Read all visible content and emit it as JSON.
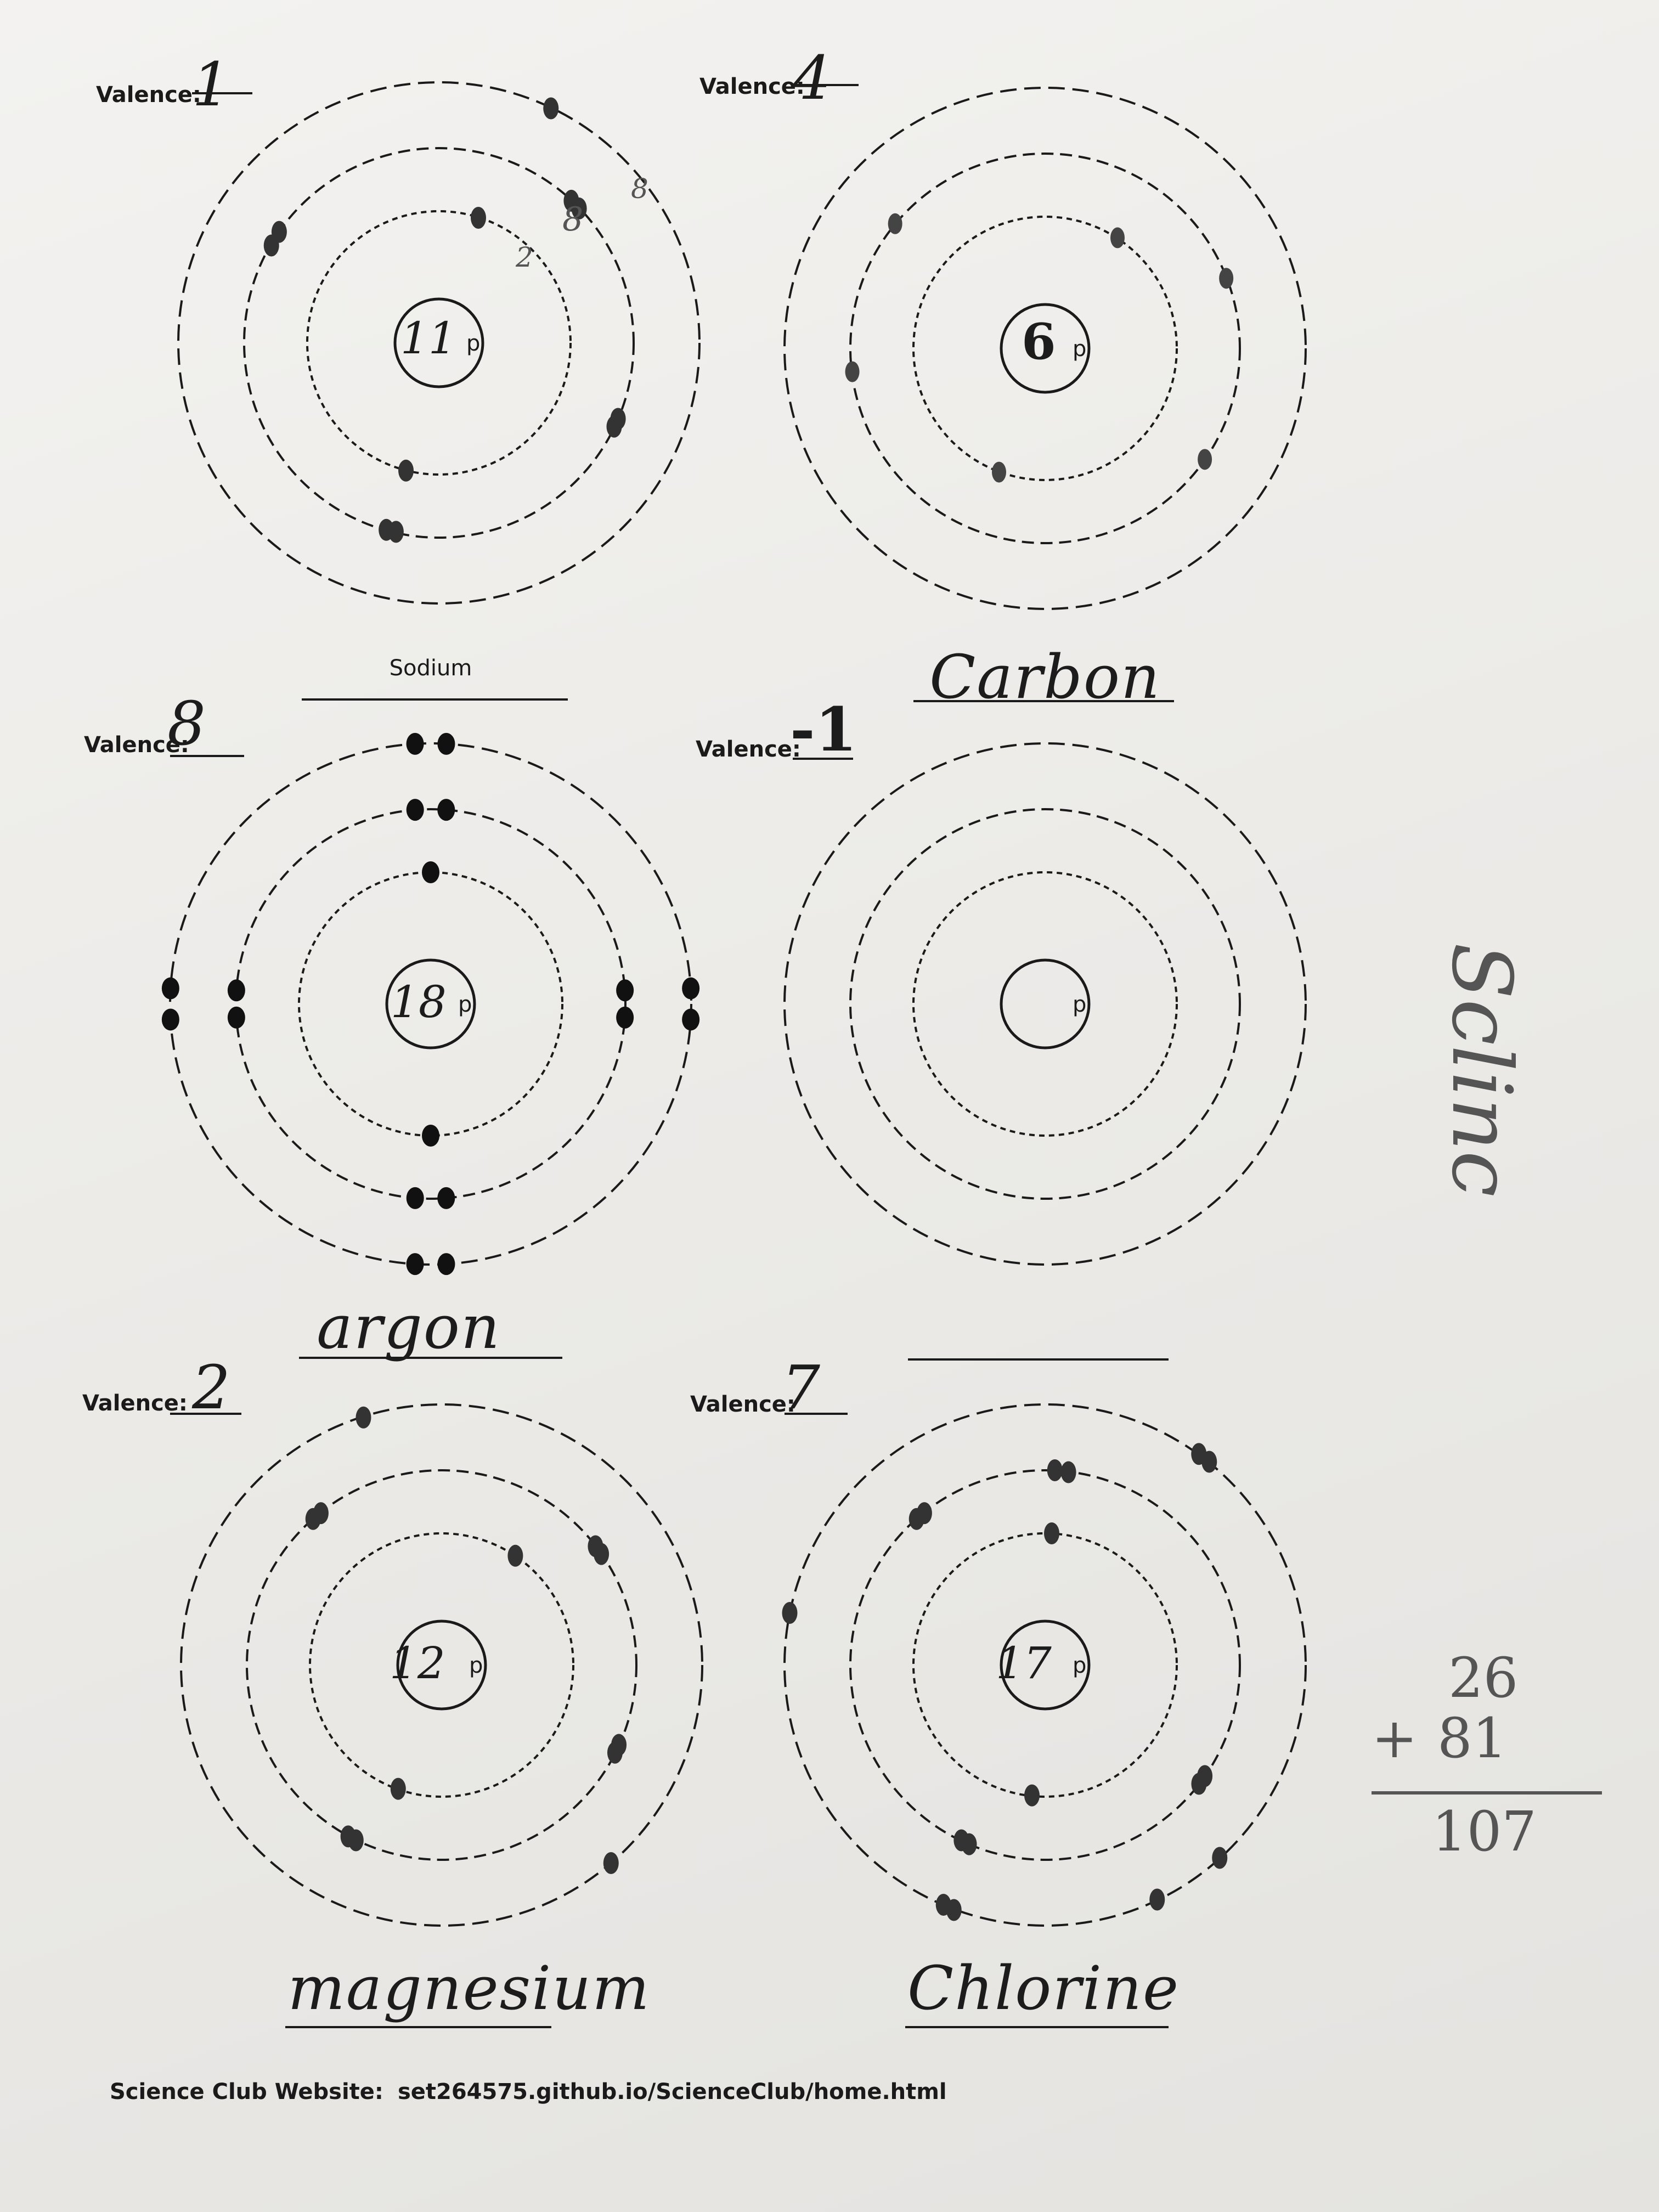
{
  "valence_label": "Valence:",
  "footer": {
    "label": "Science Club Website:",
    "url": "set264575.github.io/ScienceClub/home.html"
  },
  "atoms": [
    {
      "id": "sodium",
      "protons_handwritten": "11",
      "proton_symbol": "p",
      "valence": "1",
      "printed_name": "Sodium",
      "handwritten_name": "",
      "shell_annotations": [
        "2",
        "8",
        "8"
      ]
    },
    {
      "id": "carbon",
      "protons_handwritten": "6",
      "proton_symbol": "p",
      "valence": "4",
      "printed_name": "",
      "handwritten_name": "Carbon",
      "shell_annotations": []
    },
    {
      "id": "argon",
      "protons_handwritten": "18",
      "proton_symbol": "p",
      "valence": "8",
      "printed_name": "",
      "handwritten_name": "argon",
      "shell_annotations": []
    },
    {
      "id": "blank",
      "protons_handwritten": "",
      "proton_symbol": "p",
      "valence": "-1",
      "printed_name": "",
      "handwritten_name": "",
      "shell_annotations": []
    },
    {
      "id": "magnesium",
      "protons_handwritten": "12",
      "proton_symbol": "p",
      "valence": "2",
      "printed_name": "",
      "handwritten_name": "magnesium",
      "shell_annotations": []
    },
    {
      "id": "chlorine",
      "protons_handwritten": "17",
      "proton_symbol": "p",
      "valence": "7",
      "printed_name": "",
      "handwritten_name": "Chlorine",
      "shell_annotations": []
    }
  ],
  "margin_notes": {
    "scribble": "Sclinc",
    "sum": {
      "top": "26",
      "middle": "81",
      "operator": "+",
      "result": "107"
    }
  },
  "colors": {
    "paper": "#efeeeb",
    "ink": "#1a1a1a",
    "pencil": "#555555"
  }
}
